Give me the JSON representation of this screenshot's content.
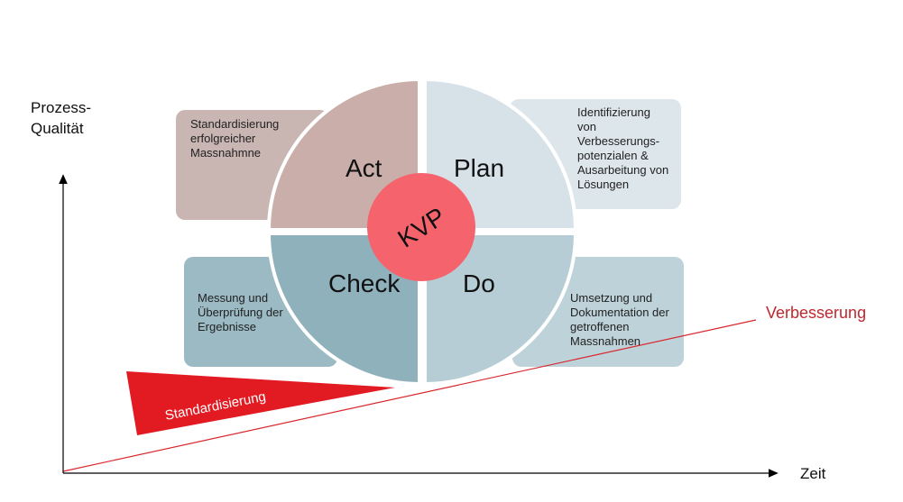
{
  "axis": {
    "y_label_line1": "Prozess-",
    "y_label_line2": "Qualität",
    "x_label": "Zeit"
  },
  "cycle": {
    "center": "KVP",
    "act": "Act",
    "plan": "Plan",
    "check": "Check",
    "do": "Do"
  },
  "boxes": {
    "act": [
      "Standardisierung",
      "erfolgreicher",
      "Massnahmne"
    ],
    "plan": [
      "Identifizierung",
      "von",
      "Verbesserungs-",
      "potenzialen &",
      "Ausarbeitung von",
      "Lösungen"
    ],
    "check": [
      "Messung und",
      "Überprüfung der",
      "Ergebnisse"
    ],
    "do": [
      "Umsetzung und",
      "Dokumentation der",
      "getroffenen",
      "Massnahmen"
    ]
  },
  "wedge_label": "Standardisierung",
  "trend_label": "Verbesserung",
  "colors": {
    "act_quadrant": "#c9aea9",
    "act_box": "#c9b6b2",
    "plan_quadrant": "#d7e2e8",
    "plan_box": "#dde6eb",
    "check_quadrant": "#8fb1bc",
    "check_box": "#9bbac4",
    "do_quadrant": "#b7cdd5",
    "do_box": "#bed2d9",
    "center": "#f5646c",
    "wedge": "#e21b23",
    "trend": "#d9262c"
  }
}
